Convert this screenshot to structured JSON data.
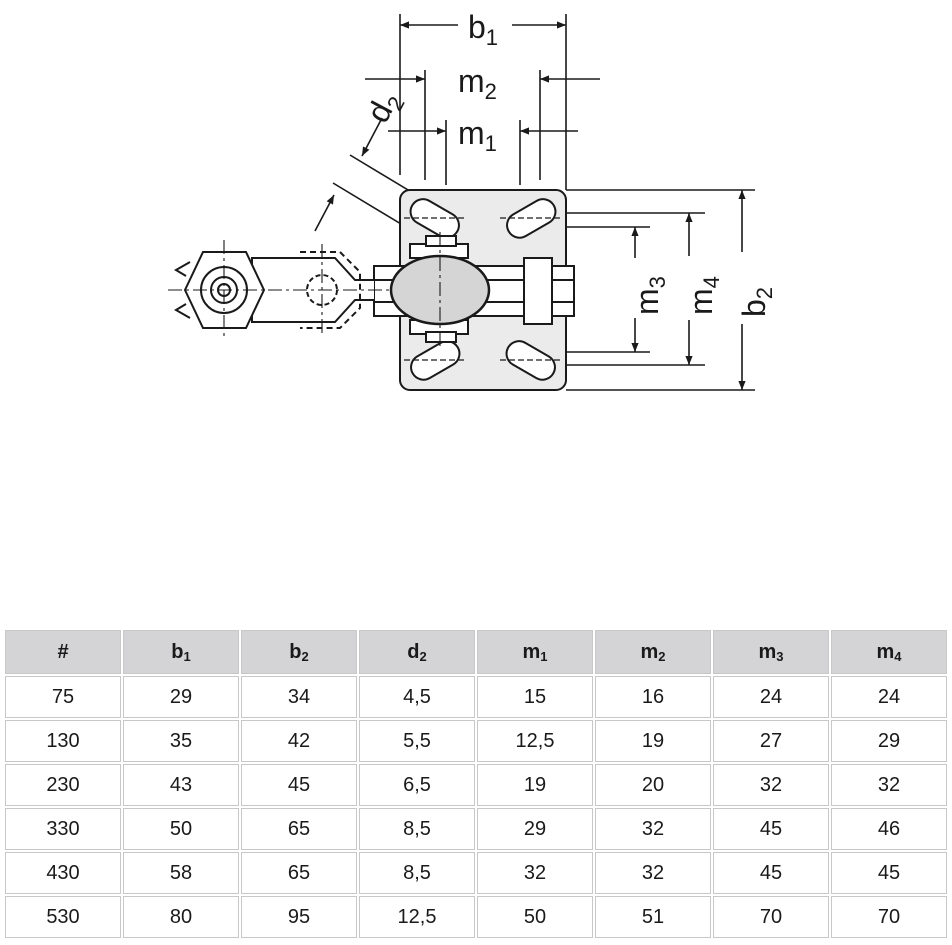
{
  "drawing": {
    "labels": [
      {
        "base": "b",
        "sub": "1"
      },
      {
        "base": "m",
        "sub": "2"
      },
      {
        "base": "m",
        "sub": "1"
      },
      {
        "base": "d",
        "sub": "2"
      },
      {
        "base": "m",
        "sub": "3"
      },
      {
        "base": "m",
        "sub": "4"
      },
      {
        "base": "b",
        "sub": "2"
      }
    ]
  },
  "table": {
    "headers": [
      {
        "base": "#",
        "sub": ""
      },
      {
        "base": "b",
        "sub": "1"
      },
      {
        "base": "b",
        "sub": "2"
      },
      {
        "base": "d",
        "sub": "2"
      },
      {
        "base": "m",
        "sub": "1"
      },
      {
        "base": "m",
        "sub": "2"
      },
      {
        "base": "m",
        "sub": "3"
      },
      {
        "base": "m",
        "sub": "4"
      }
    ],
    "rows": [
      [
        "75",
        "29",
        "34",
        "4,5",
        "15",
        "16",
        "24",
        "24"
      ],
      [
        "130",
        "35",
        "42",
        "5,5",
        "12,5",
        "19",
        "27",
        "29"
      ],
      [
        "230",
        "43",
        "45",
        "6,5",
        "19",
        "20",
        "32",
        "32"
      ],
      [
        "330",
        "50",
        "65",
        "8,5",
        "29",
        "32",
        "45",
        "46"
      ],
      [
        "430",
        "58",
        "65",
        "8,5",
        "32",
        "32",
        "45",
        "45"
      ],
      [
        "530",
        "80",
        "95",
        "12,5",
        "50",
        "51",
        "70",
        "70"
      ]
    ]
  }
}
